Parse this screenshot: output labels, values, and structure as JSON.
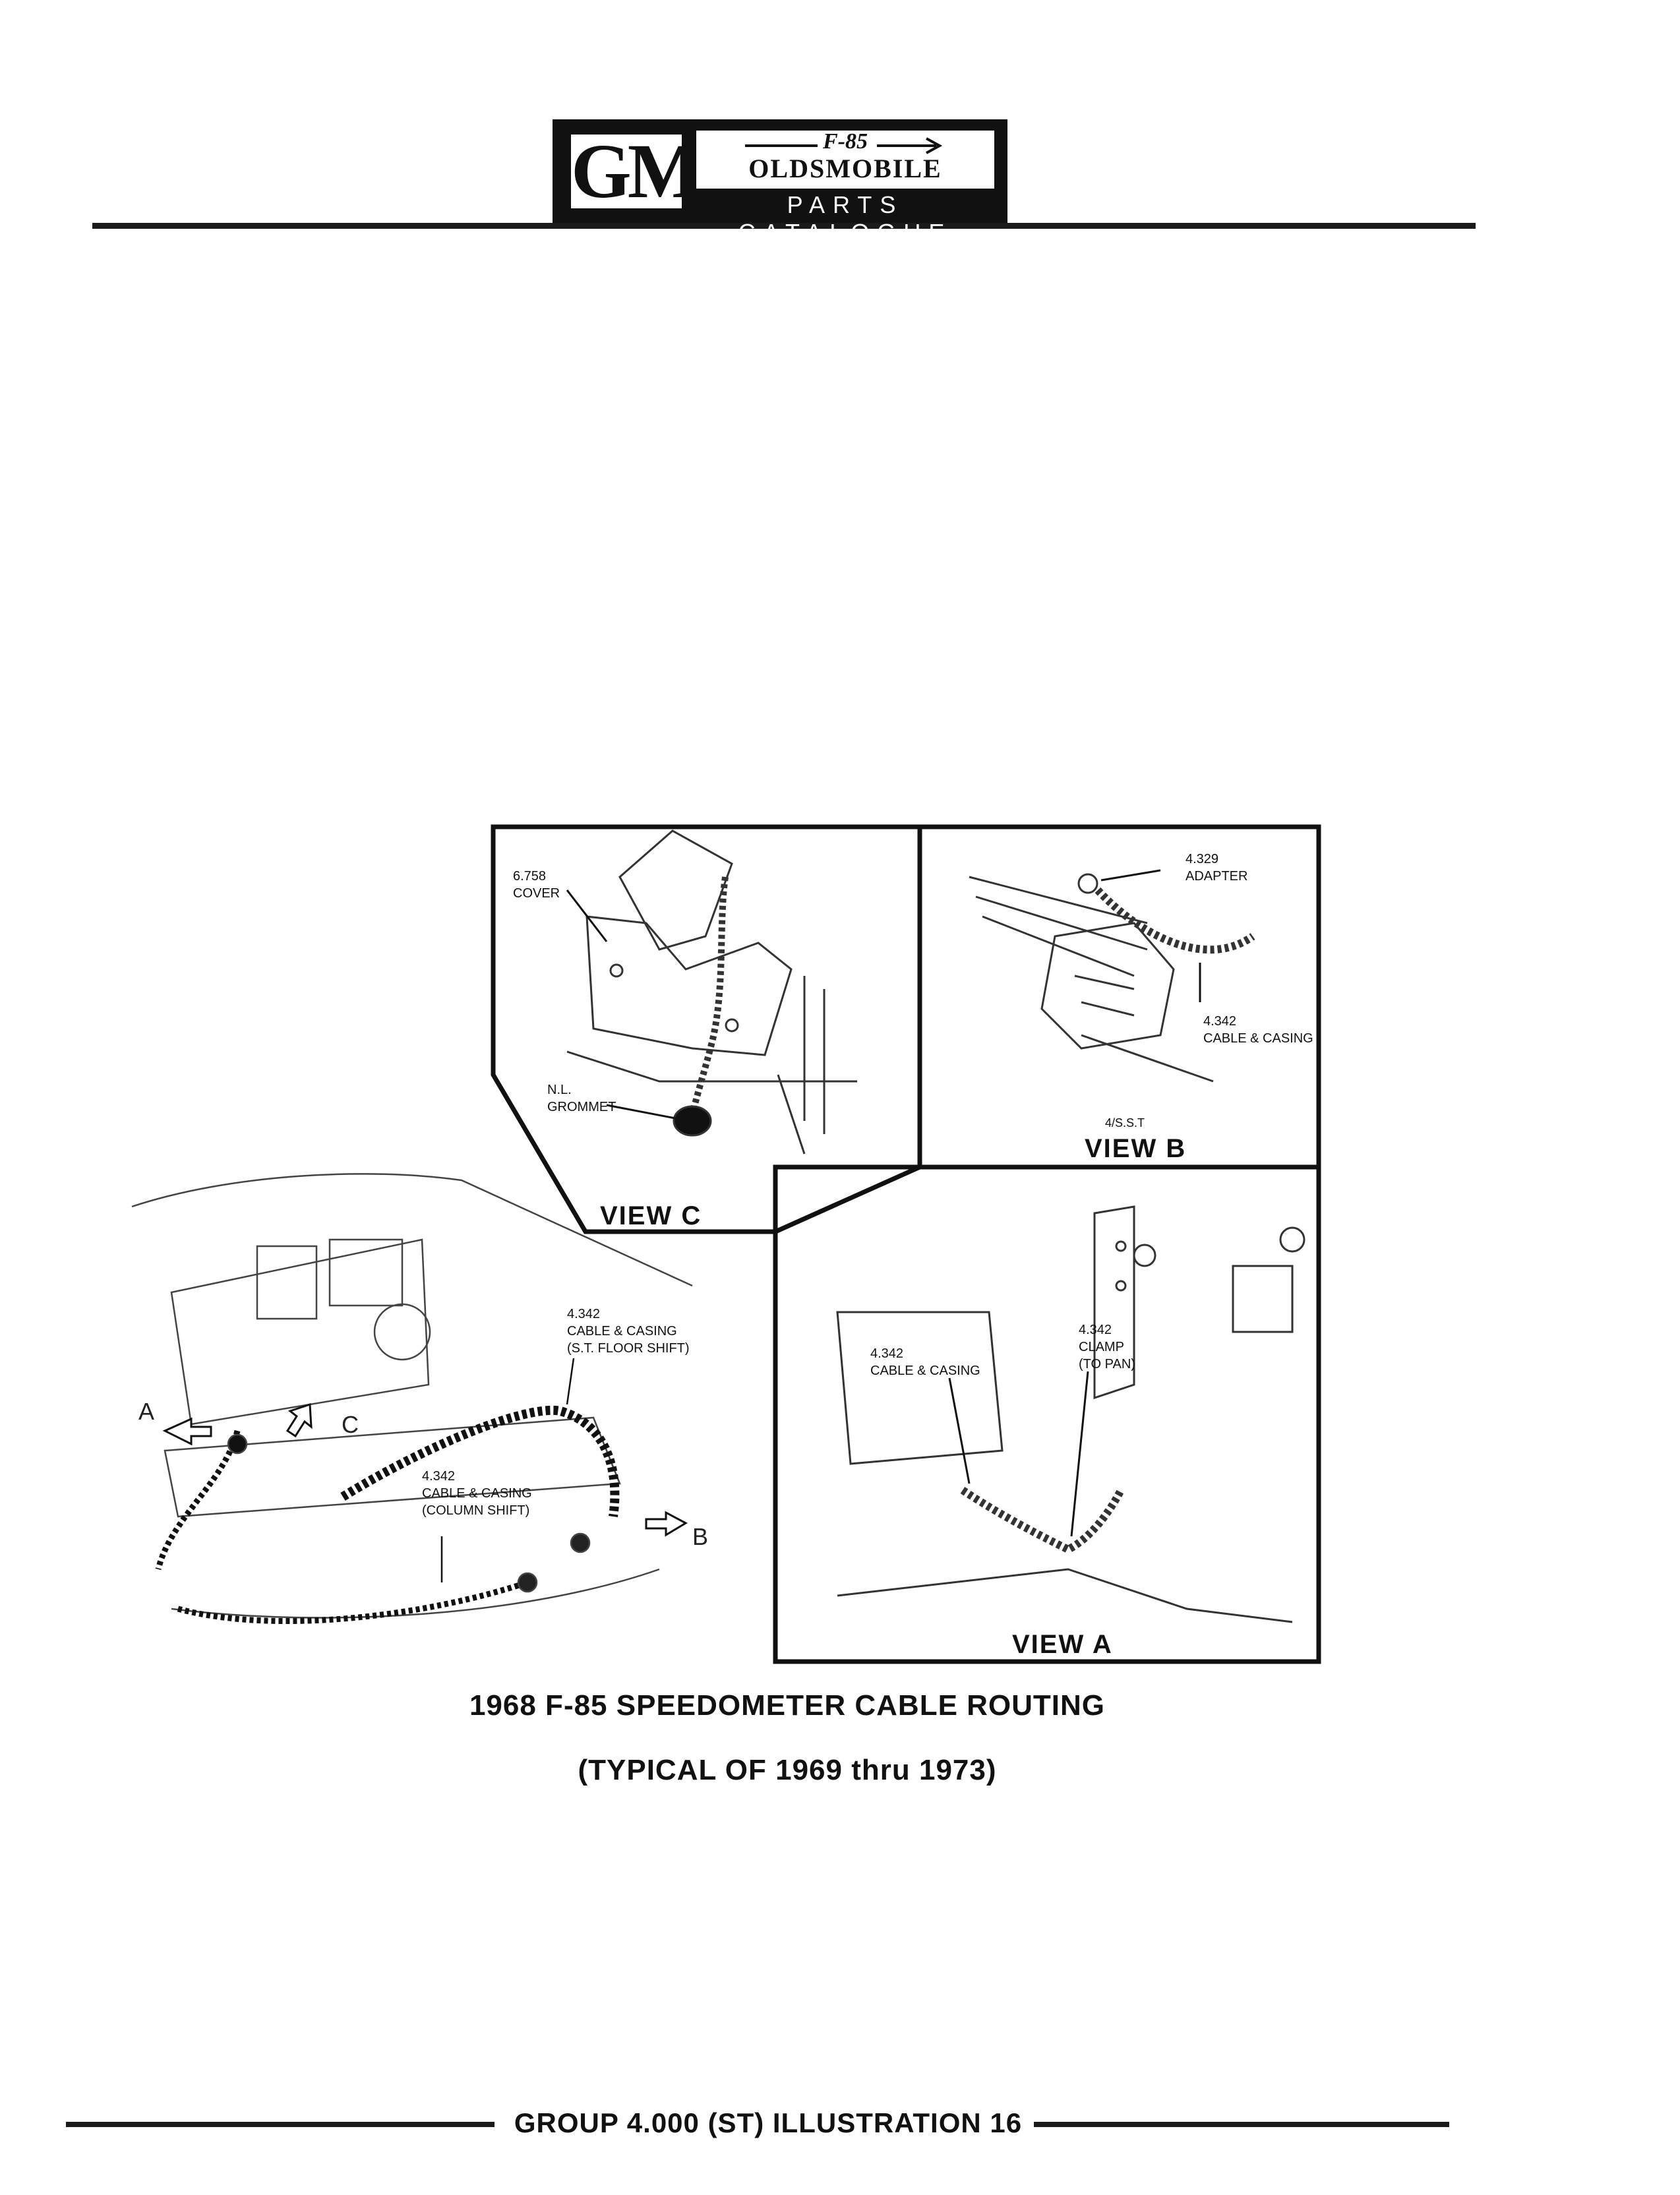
{
  "header": {
    "logo_mark": "GM",
    "model": "F-85",
    "brand": "OLDSMOBILE",
    "catalogue": "PARTS CATALOGUE"
  },
  "views": {
    "c": {
      "label": "VIEW C",
      "callouts": [
        {
          "id": "cover",
          "text": "6.758\nCOVER"
        },
        {
          "id": "grommet",
          "text": "N.L.\nGROMMET"
        }
      ]
    },
    "b": {
      "label": "VIEW B",
      "sublabel": "4/S.S.T",
      "callouts": [
        {
          "id": "adapter",
          "text": "4.329\nADAPTER"
        },
        {
          "id": "cable",
          "text": "4.342\nCABLE & CASING"
        }
      ]
    },
    "a": {
      "label": "VIEW A",
      "callouts": [
        {
          "id": "cable",
          "text": "4.342\nCABLE & CASING"
        },
        {
          "id": "clamp",
          "text": "4.342\nCLAMP\n(TO PAN)"
        }
      ]
    }
  },
  "main_view": {
    "callouts": [
      {
        "id": "floor-shift",
        "text": "4.342\nCABLE & CASING\n(S.T. FLOOR SHIFT)"
      },
      {
        "id": "column-shift",
        "text": "4.342\nCABLE & CASING\n(COLUMN SHIFT)"
      }
    ],
    "view_markers": [
      "A",
      "B",
      "C"
    ]
  },
  "caption": {
    "title": "1968 F-85 SPEEDOMETER CABLE ROUTING",
    "subtitle": "(TYPICAL OF 1969 thru 1973)"
  },
  "footer": {
    "text": "GROUP 4.000 (ST) ILLUSTRATION 16"
  }
}
